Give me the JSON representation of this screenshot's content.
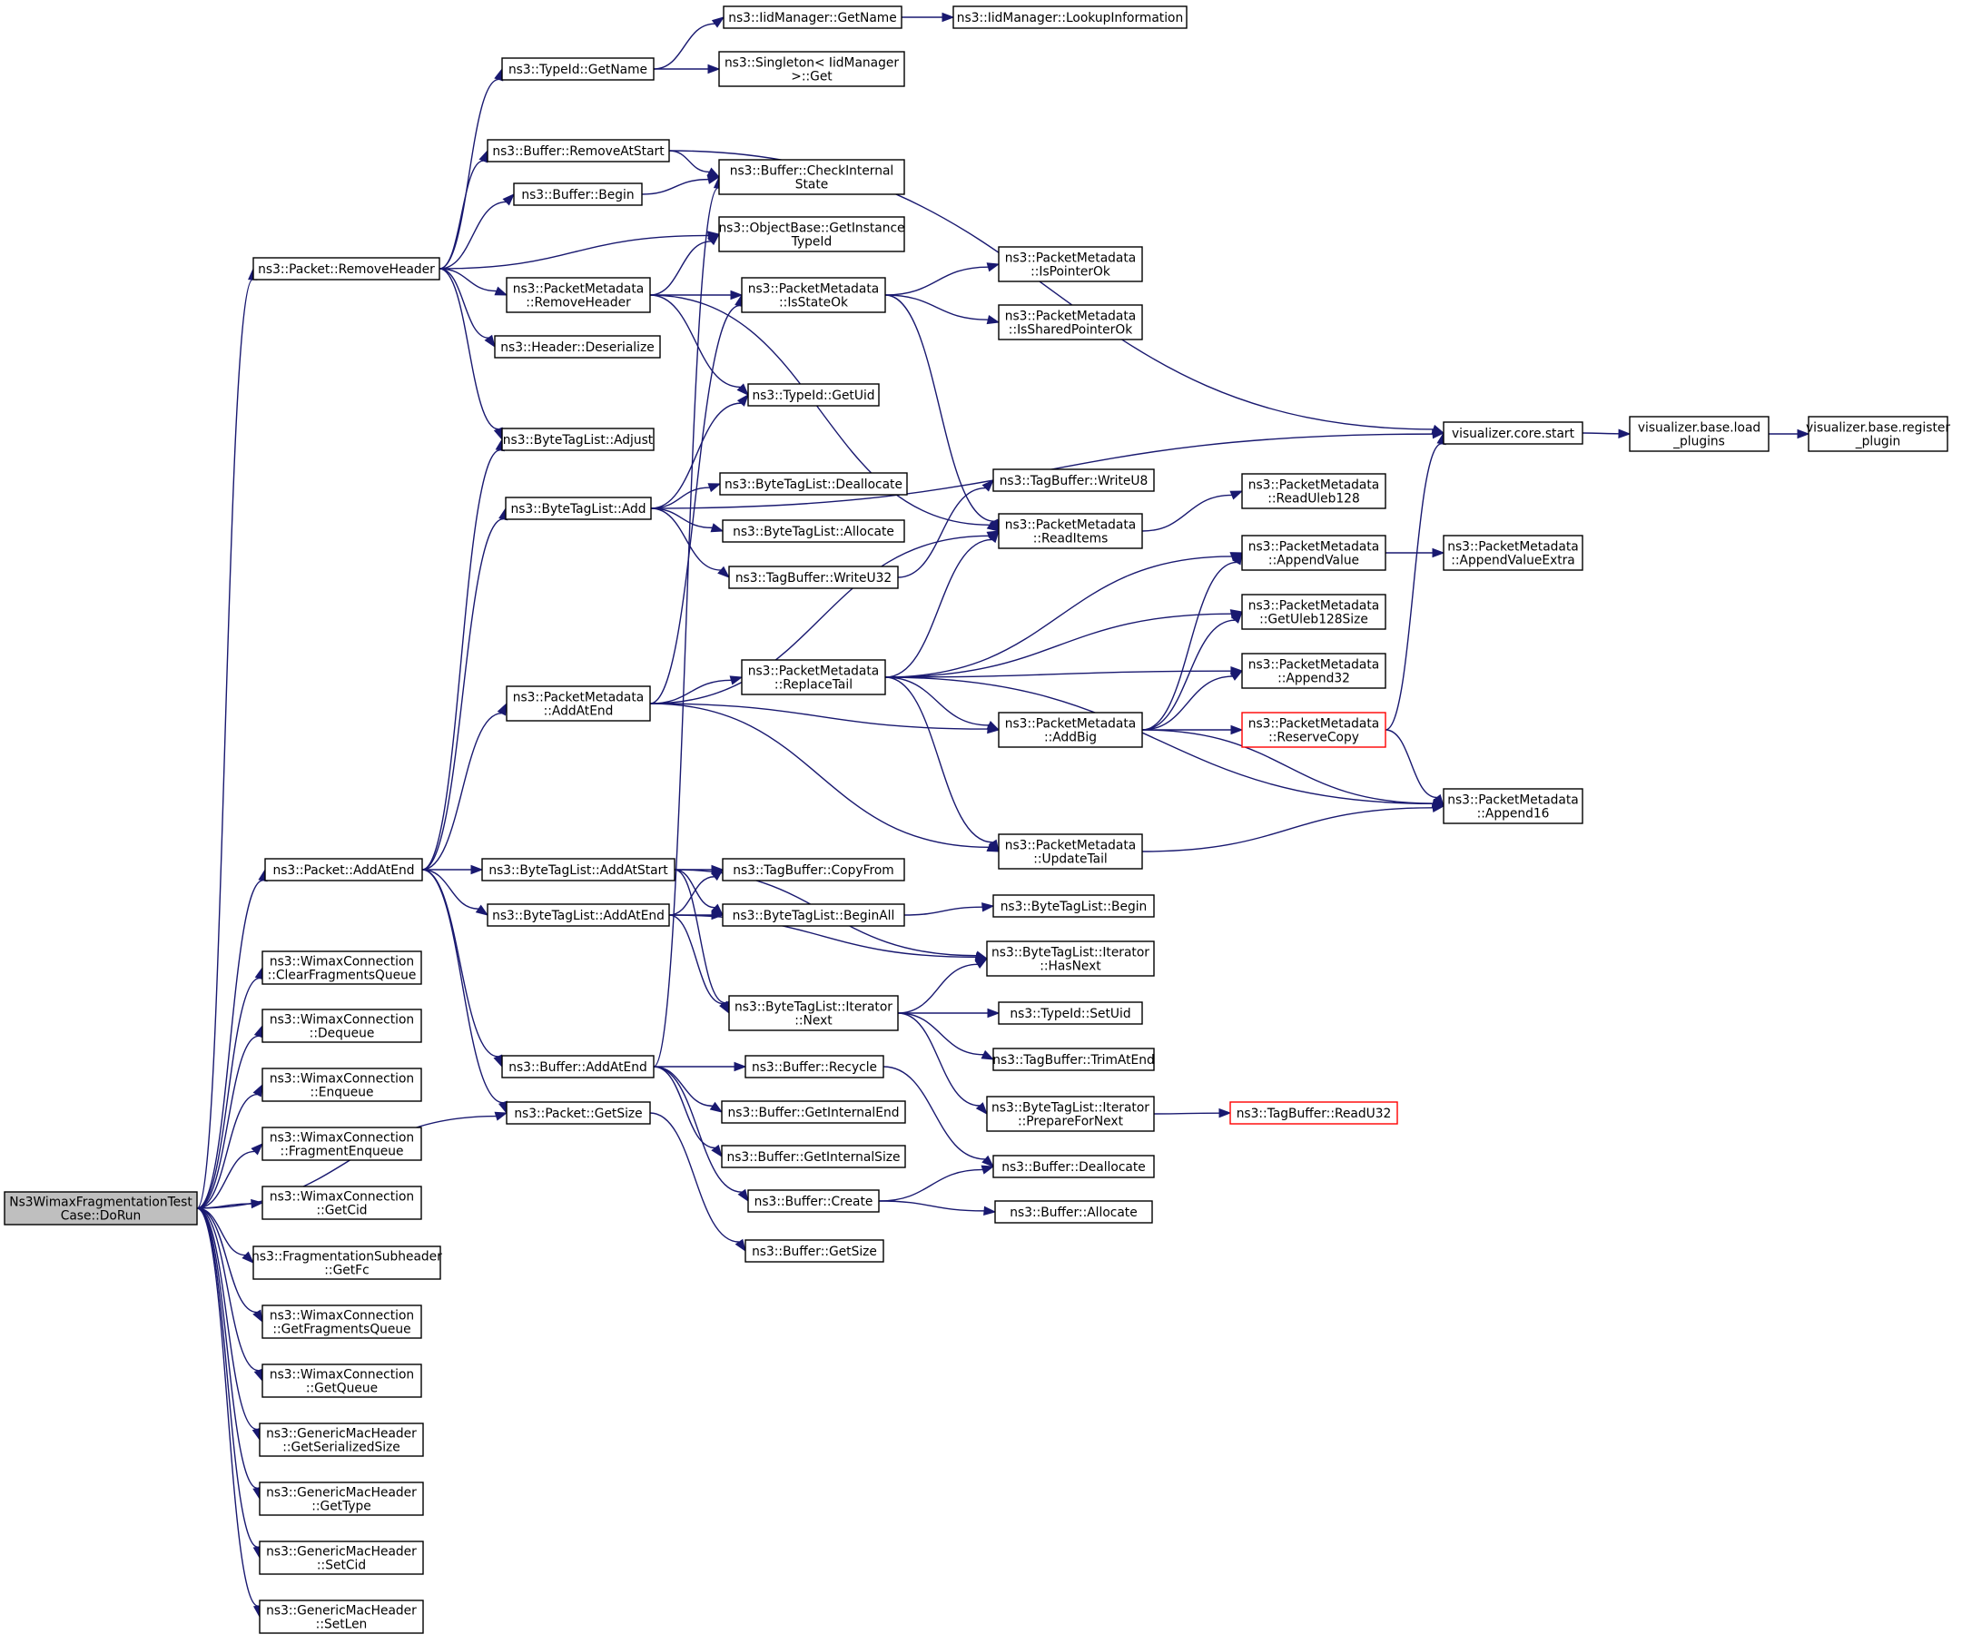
{
  "colors": {
    "edge": "#191970",
    "root_fill": "#bfbfbf",
    "highlight_border": "#ff0000"
  },
  "nodes": {
    "dorun": [
      "Ns3WimaxFragmentationTest",
      "Case::DoRun"
    ],
    "pkt_removeheader": [
      "ns3::Packet::RemoveHeader"
    ],
    "pkt_addatend": [
      "ns3::Packet::AddAtEnd"
    ],
    "pkt_getsize": [
      "ns3::Packet::GetSize"
    ],
    "wc_clearfrag": [
      "ns3::WimaxConnection",
      "::ClearFragmentsQueue"
    ],
    "wc_dequeue": [
      "ns3::WimaxConnection",
      "::Dequeue"
    ],
    "wc_enqueue": [
      "ns3::WimaxConnection",
      "::Enqueue"
    ],
    "wc_fragenqueue": [
      "ns3::WimaxConnection",
      "::FragmentEnqueue"
    ],
    "wc_getcid": [
      "ns3::WimaxConnection",
      "::GetCid"
    ],
    "fs_getfc": [
      "ns3::FragmentationSubheader",
      "::GetFc"
    ],
    "wc_getfragq": [
      "ns3::WimaxConnection",
      "::GetFragmentsQueue"
    ],
    "wc_getqueue": [
      "ns3::WimaxConnection",
      "::GetQueue"
    ],
    "gmh_getser": [
      "ns3::GenericMacHeader",
      "::GetSerializedSize"
    ],
    "gmh_gettype": [
      "ns3::GenericMacHeader",
      "::GetType"
    ],
    "gmh_setcid": [
      "ns3::GenericMacHeader",
      "::SetCid"
    ],
    "gmh_setlen": [
      "ns3::GenericMacHeader",
      "::SetLen"
    ],
    "typeid_getname": [
      "ns3::TypeId::GetName"
    ],
    "buf_removeatstart": [
      "ns3::Buffer::RemoveAtStart"
    ],
    "buf_begin": [
      "ns3::Buffer::Begin"
    ],
    "pm_removeheader": [
      "ns3::PacketMetadata",
      "::RemoveHeader"
    ],
    "hdr_deserialize": [
      "ns3::Header::Deserialize"
    ],
    "btl_adjust": [
      "ns3::ByteTagList::Adjust"
    ],
    "btl_add": [
      "ns3::ByteTagList::Add"
    ],
    "pm_addatend": [
      "ns3::PacketMetadata",
      "::AddAtEnd"
    ],
    "btl_addatstart": [
      "ns3::ByteTagList::AddAtStart"
    ],
    "btl_addatend": [
      "ns3::ByteTagList::AddAtEnd"
    ],
    "buf_addatend": [
      "ns3::Buffer::AddAtEnd"
    ],
    "iid_getname": [
      "ns3::IidManager::GetName"
    ],
    "singleton_get": [
      "ns3::Singleton< IidManager",
      ">::Get"
    ],
    "buf_checkinternal": [
      "ns3::Buffer::CheckInternal",
      "State"
    ],
    "ob_getinstance": [
      "ns3::ObjectBase::GetInstance",
      "TypeId"
    ],
    "pm_isstateok": [
      "ns3::PacketMetadata",
      "::IsStateOk"
    ],
    "typeid_getuid": [
      "ns3::TypeId::GetUid"
    ],
    "btl_deallocate": [
      "ns3::ByteTagList::Deallocate"
    ],
    "btl_allocate": [
      "ns3::ByteTagList::Allocate"
    ],
    "tb_writeu32": [
      "ns3::TagBuffer::WriteU32"
    ],
    "pm_replacetail": [
      "ns3::PacketMetadata",
      "::ReplaceTail"
    ],
    "tb_copyfrom": [
      "ns3::TagBuffer::CopyFrom"
    ],
    "btl_beginall": [
      "ns3::ByteTagList::BeginAll"
    ],
    "btli_next": [
      "ns3::ByteTagList::Iterator",
      "::Next"
    ],
    "buf_recycle": [
      "ns3::Buffer::Recycle"
    ],
    "buf_getinternalend": [
      "ns3::Buffer::GetInternalEnd"
    ],
    "buf_getinternalsize": [
      "ns3::Buffer::GetInternalSize"
    ],
    "buf_create": [
      "ns3::Buffer::Create"
    ],
    "buf_getsize": [
      "ns3::Buffer::GetSize"
    ],
    "iid_lookup": [
      "ns3::IidManager::LookupInformation"
    ],
    "pm_ispointerok": [
      "ns3::PacketMetadata",
      "::IsPointerOk"
    ],
    "pm_issharedpointerok": [
      "ns3::PacketMetadata",
      "::IsSharedPointerOk"
    ],
    "tb_writeu8": [
      "ns3::TagBuffer::WriteU8"
    ],
    "pm_readitems": [
      "ns3::PacketMetadata",
      "::ReadItems"
    ],
    "pm_addbig": [
      "ns3::PacketMetadata",
      "::AddBig"
    ],
    "pm_updatetail": [
      "ns3::PacketMetadata",
      "::UpdateTail"
    ],
    "btl_begin": [
      "ns3::ByteTagList::Begin"
    ],
    "btli_hasnext": [
      "ns3::ByteTagList::Iterator",
      "::HasNext"
    ],
    "typeid_setuid": [
      "ns3::TypeId::SetUid"
    ],
    "tb_trimatend": [
      "ns3::TagBuffer::TrimAtEnd"
    ],
    "btli_prepare": [
      "ns3::ByteTagList::Iterator",
      "::PrepareForNext"
    ],
    "buf_deallocate": [
      "ns3::Buffer::Deallocate"
    ],
    "buf_allocate": [
      "ns3::Buffer::Allocate"
    ],
    "vis_core_start": [
      "visualizer.core.start"
    ],
    "pm_readuleb128": [
      "ns3::PacketMetadata",
      "::ReadUleb128"
    ],
    "pm_appendvalue": [
      "ns3::PacketMetadata",
      "::AppendValue"
    ],
    "pm_getuleb128size": [
      "ns3::PacketMetadata",
      "::GetUleb128Size"
    ],
    "pm_append32": [
      "ns3::PacketMetadata",
      "::Append32"
    ],
    "pm_reservecopy": [
      "ns3::PacketMetadata",
      "::ReserveCopy"
    ],
    "pm_append16": [
      "ns3::PacketMetadata",
      "::Append16"
    ],
    "tb_readu32": [
      "ns3::TagBuffer::ReadU32"
    ],
    "vis_base_load": [
      "visualizer.base.load",
      "_plugins"
    ],
    "pm_appendvalueextra": [
      "ns3::PacketMetadata",
      "::AppendValueExtra"
    ],
    "vis_base_register": [
      "visualizer.base.register",
      "_plugin"
    ]
  }
}
